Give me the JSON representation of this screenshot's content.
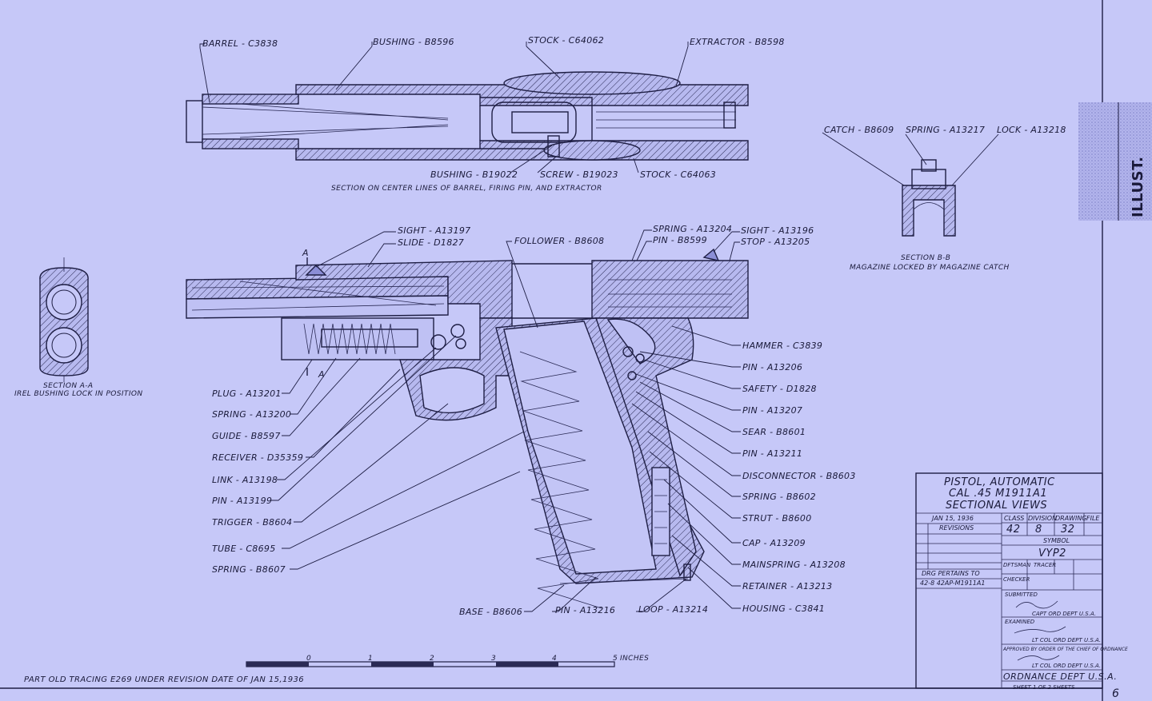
{
  "top_section": {
    "caption": "SECTION ON CENTER LINES OF BARREL, FIRING PIN, AND EXTRACTOR",
    "labels": {
      "barrel": "BARREL - C3838",
      "bushing_top": "BUSHING - B8596",
      "stock_top": "STOCK - C64062",
      "extractor": "EXTRACTOR - B8598",
      "bushing_bottom": "BUSHING - B19022",
      "screw": "SCREW - B19023",
      "stock_bottom": "STOCK - C64063"
    }
  },
  "section_b": {
    "caption_1": "SECTION B-B",
    "caption_2": "MAGAZINE LOCKED BY MAGAZINE CATCH",
    "labels": {
      "catch": "CATCH - B8609",
      "spring": "SPRING - A13217",
      "lock": "LOCK - A13218"
    }
  },
  "section_a": {
    "caption_1": "SECTION A-A",
    "caption_2": "IREL BUSHING LOCK IN POSITION"
  },
  "main_section": {
    "top_labels": {
      "sight_front": "SIGHT - A13197",
      "slide": "SLIDE - D1827",
      "follower": "FOLLOWER - B8608",
      "spring_a13204": "SPRING - A13204",
      "pin_b8599": "PIN - B8599",
      "sight_rear": "SIGHT - A13196",
      "stop": "STOP - A13205"
    },
    "left_labels": [
      "PLUG - A13201",
      "SPRING - A13200",
      "GUIDE - B8597",
      "RECEIVER - D35359",
      "LINK - A13198",
      "PIN - A13199",
      "TRIGGER - B8604",
      "TUBE - C8695",
      "SPRING - B8607"
    ],
    "right_labels": [
      "HAMMER - C3839",
      "PIN - A13206",
      "SAFETY - D1828",
      "PIN - A13207",
      "SEAR - B8601",
      "PIN - A13211",
      "DISCONNECTOR - B8603",
      "SPRING - B8602",
      "STRUT - B8600",
      "CAP - A13209",
      "MAINSPRING - A13208",
      "RETAINER - A13213",
      "HOUSING - C3841"
    ],
    "bottom_labels": {
      "base": "BASE - B8606",
      "pin": "PIN - A13216",
      "loop": "LOOP - A13214"
    }
  },
  "scale": {
    "ticks": [
      "0",
      "1",
      "2",
      "3",
      "4",
      "5"
    ],
    "unit": "INCHES"
  },
  "footer_note": "PART OLD TRACING E269 UNDER REVISION DATE OF JAN 15,1936",
  "title_block": {
    "title_1": "PISTOL, AUTOMATIC",
    "title_2": "CAL .45   M1911A1",
    "title_3": "SECTIONAL VIEWS",
    "date": "JAN 15, 1936",
    "revisions": "REVISIONS",
    "class_h": "CLASS",
    "division_h": "DIVISION",
    "drawing_h": "DRAWING",
    "file_h": "FILE",
    "class_v": "42",
    "division_v": "8",
    "drawing_v": "32",
    "symbol_h": "SYMBOL",
    "symbol_v": "VYP2",
    "pertains": "DRG PERTAINS TO",
    "pertains_v": "42-8   42AP-M1911A1",
    "dftsman": "DFTSMAN",
    "tracer": "TRACER",
    "checker": "CHECKER",
    "submitted": "SUBMITTED",
    "submitted_by": "CAPT ORD DEPT U.S.A.",
    "examined": "EXAMINED",
    "examined_by": "LT COL ORD DEPT U.S.A.",
    "approved": "APPROVED BY ORDER OF THE CHIEF OF ORDNANCE",
    "approved_by": "LT COL ORD DEPT U.S.A.",
    "dept": "ORDNANCE DEPT U.S.A.",
    "sheet": "SHEET 1 OF 2 SHEETS"
  },
  "side_stamp": "ILLUST."
}
